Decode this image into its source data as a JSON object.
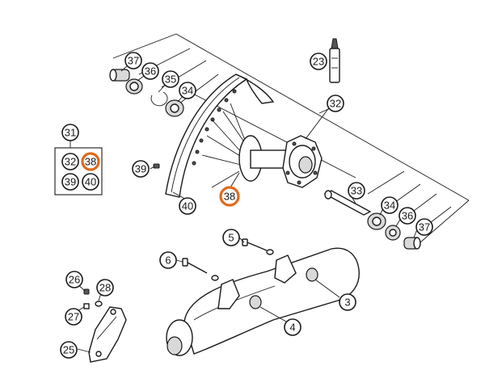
{
  "diagram": {
    "highlight_color": "#e06a1b",
    "callouts": [
      {
        "id": "c37a",
        "label": "37",
        "highlight": false
      },
      {
        "id": "c36a",
        "label": "36",
        "highlight": false
      },
      {
        "id": "c35",
        "label": "35",
        "highlight": false
      },
      {
        "id": "c34a",
        "label": "34",
        "highlight": false
      },
      {
        "id": "c23",
        "label": "23",
        "highlight": false
      },
      {
        "id": "c32",
        "label": "32",
        "highlight": false
      },
      {
        "id": "c31",
        "label": "31",
        "highlight": false
      },
      {
        "id": "k32",
        "label": "32",
        "highlight": false
      },
      {
        "id": "k38",
        "label": "38",
        "highlight": true
      },
      {
        "id": "k39",
        "label": "39",
        "highlight": false
      },
      {
        "id": "k40",
        "label": "40",
        "highlight": false
      },
      {
        "id": "c39",
        "label": "39",
        "highlight": false
      },
      {
        "id": "c38",
        "label": "38",
        "highlight": true
      },
      {
        "id": "c40",
        "label": "40",
        "highlight": false
      },
      {
        "id": "c33",
        "label": "33",
        "highlight": false
      },
      {
        "id": "c34b",
        "label": "34",
        "highlight": false
      },
      {
        "id": "c36b",
        "label": "36",
        "highlight": false
      },
      {
        "id": "c37b",
        "label": "37",
        "highlight": false
      },
      {
        "id": "c5",
        "label": "5",
        "highlight": false
      },
      {
        "id": "c6",
        "label": "6",
        "highlight": false
      },
      {
        "id": "c3",
        "label": "3",
        "highlight": false
      },
      {
        "id": "c4",
        "label": "4",
        "highlight": false
      },
      {
        "id": "c26",
        "label": "26",
        "highlight": false
      },
      {
        "id": "c28",
        "label": "28",
        "highlight": false
      },
      {
        "id": "c27",
        "label": "27",
        "highlight": false
      },
      {
        "id": "c25",
        "label": "25",
        "highlight": false
      }
    ]
  }
}
